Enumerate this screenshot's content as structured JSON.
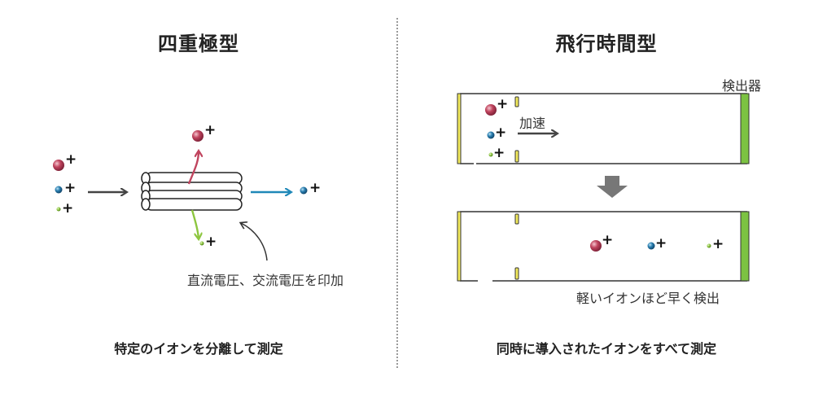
{
  "left": {
    "title": "四重極型",
    "caption": "特定のイオンを分離して測定",
    "annotation": "直流電圧、交流電圧を印加",
    "ion_charge": "+"
  },
  "right": {
    "title": "飛行時間型",
    "caption": "同時に導入されたイオンをすべて測定",
    "detector_label": "検出器",
    "accel_label": "加速",
    "result_label": "軽いイオンほど早く検出",
    "ion_charge": "+"
  },
  "colors": {
    "ion_heavy": "#c0445e",
    "ion_medium": "#2a7fb0",
    "ion_light": "#8dc63f",
    "detector": "#7cc242",
    "electrode": "#f2ea5c",
    "arrow_dark": "#444444",
    "arrow_blue": "#1f88b8",
    "arrow_red": "#c0445e",
    "arrow_green": "#8dc63f"
  }
}
